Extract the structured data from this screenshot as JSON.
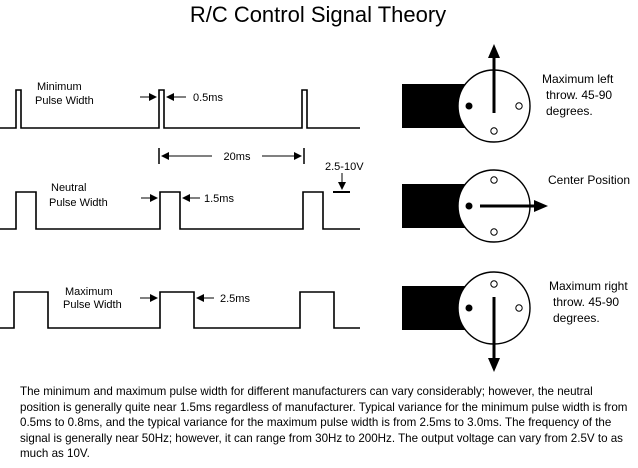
{
  "title": "R/C Control Signal Theory",
  "waveforms": [
    {
      "label_line1": "Minimum",
      "label_line2": "Pulse Width",
      "width_label": "0.5ms"
    },
    {
      "label_line1": "Neutral",
      "label_line2": "Pulse Width",
      "width_label": "1.5ms"
    },
    {
      "label_line1": "Maximum",
      "label_line2": "Pulse Width",
      "width_label": "2.5ms"
    }
  ],
  "period_label": "20ms",
  "voltage_label": "2.5-10V",
  "servos": [
    {
      "position": "left",
      "caption_lines": [
        "Maximum left",
        "throw.  45-90",
        "degrees."
      ]
    },
    {
      "position": "center",
      "caption_lines": [
        "Center Position"
      ]
    },
    {
      "position": "right",
      "caption_lines": [
        "Maximum right",
        "throw.  45-90",
        "degrees."
      ]
    }
  ],
  "description": "The minimum and maximum pulse width for different manufacturers can vary considerably; however, the neutral position is generally quite near 1.5ms regardless of manufacturer.  Typical variance for the minimum pulse width is from 0.5ms to 0.8ms, and the typical variance for the maximum pulse width is from 2.5ms to 3.0ms.  The frequency of the signal is generally near 50Hz; however, it can range from 30Hz to 200Hz.  The output voltage can vary from 2.5V to as much as 10V."
}
